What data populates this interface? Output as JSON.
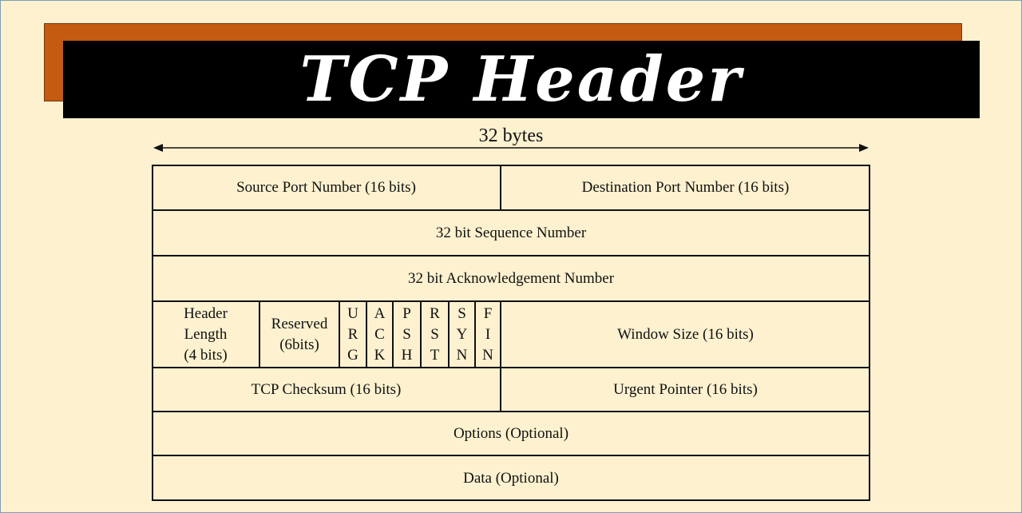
{
  "title": "TCP Header",
  "width_label": "32 bytes",
  "rows": {
    "row1": {
      "source_port": "Source Port Number (16 bits)",
      "destination_port": "Destination Port Number (16 bits)"
    },
    "row2": {
      "sequence_number": "32 bit Sequence Number"
    },
    "row3": {
      "ack_number": "32 bit Acknowledgement Number"
    },
    "row4": {
      "header_length": [
        "Header",
        "Length",
        "(4 bits)"
      ],
      "reserved": [
        "Reserved",
        "(6bits)"
      ],
      "flags": [
        [
          "U",
          "R",
          "G"
        ],
        [
          "A",
          "C",
          "K"
        ],
        [
          "P",
          "S",
          "H"
        ],
        [
          "R",
          "S",
          "T"
        ],
        [
          "S",
          "Y",
          "N"
        ],
        [
          "F",
          "I",
          "N"
        ]
      ],
      "window_size": "Window Size (16 bits)"
    },
    "row5": {
      "checksum": "TCP Checksum (16 bits)",
      "urgent_pointer": "Urgent Pointer (16 bits)"
    },
    "row6": {
      "options": "Options (Optional)"
    },
    "row7": {
      "data": "Data (Optional)"
    }
  },
  "colors": {
    "background": "#fdf1cf",
    "title_bar": "#000000",
    "title_shadow": "#c55a11",
    "title_text": "#ffffff",
    "lines": "#111111"
  }
}
